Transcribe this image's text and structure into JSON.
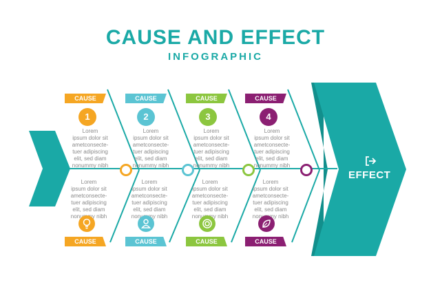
{
  "title": "CAUSE AND EFFECT",
  "subtitle": "INFOGRAPHIC",
  "effect_label": "EFFECT",
  "colors": {
    "teal": "#1aa9a6",
    "dark_teal": "#128f8c",
    "orange": "#f5a623",
    "cyan": "#5bc4d3",
    "green": "#8cc63f",
    "purple": "#8b1f72"
  },
  "causes": [
    {
      "top_label": "CAUSE",
      "bottom_label": "CAUSE",
      "number": "1",
      "icon": "lightbulb-icon",
      "top_text": "Lorem\nipsum dolor sit\nametconsecte-\ntuer adipiscing\nelit, sed diam\nnonummy nibh",
      "bottom_text": "Lorem\nipsum dolor sit\nametconsecte-\ntuer adipiscing\nelit, sed diam\nnonummy nibh"
    },
    {
      "top_label": "CAUSE",
      "bottom_label": "CAUSE",
      "number": "2",
      "icon": "user-icon",
      "top_text": "Lorem\nipsum dolor sit\nametconsecte-\ntuer adipiscing\nelit, sed diam\nnonummy nibh",
      "bottom_text": "Lorem\nipsum dolor sit\nametconsecte-\ntuer adipiscing\nelit, sed diam\nnonummy nibh"
    },
    {
      "top_label": "CAUSE",
      "bottom_label": "CAUSE",
      "number": "3",
      "icon": "target-icon",
      "top_text": "Lorem\nipsum dolor sit\nametconsecte-\ntuer adipiscing\nelit, sed diam\nnonummy nibh",
      "bottom_text": "Lorem\nipsum dolor sit\nametconsecte-\ntuer adipiscing\nelit, sed diam\nnonummy nibh"
    },
    {
      "top_label": "CAUSE",
      "bottom_label": "CAUSE",
      "number": "4",
      "icon": "leaf-icon",
      "top_text": "Lorem\nipsum dolor sit\nametconsecte-\ntuer adipiscing\nelit, sed diam\nnonummy nibh",
      "bottom_text": "Lorem\nipsum dolor sit\nametconsecte-\ntuer adipiscing\nelit, sed diam\nnonummy nibh"
    }
  ]
}
